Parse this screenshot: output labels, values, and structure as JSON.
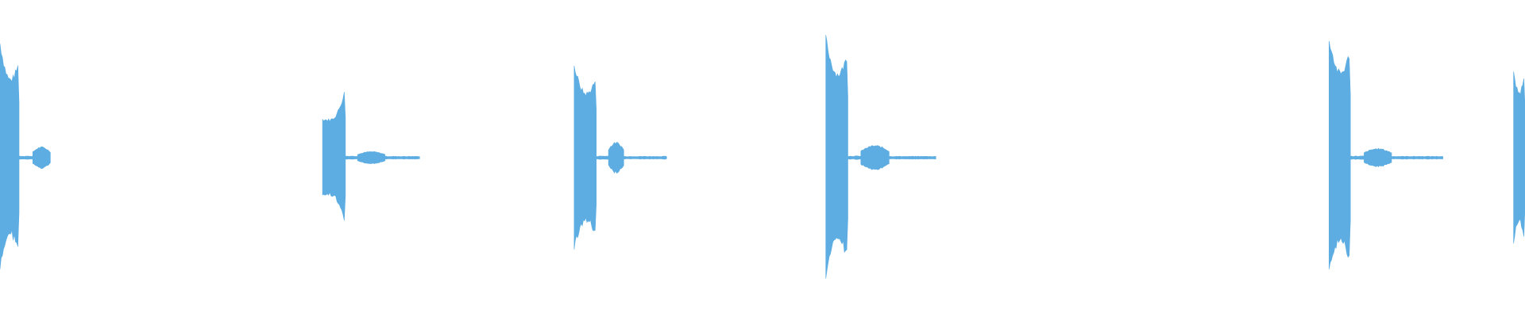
{
  "waveform": {
    "color": "#5dade2",
    "background": "#ffffff",
    "segments": [
      {
        "type": "burst",
        "start": 0.0,
        "end": 0.0125,
        "amp_start": 0.75,
        "amp_peak": 0.78,
        "amp_end": 0.62
      },
      {
        "type": "tail",
        "start": 0.0125,
        "end": 0.0215,
        "amp": 0.01
      },
      {
        "type": "blob",
        "start": 0.0215,
        "end": 0.033,
        "amp": 0.07
      },
      {
        "type": "burst",
        "start": 0.2115,
        "end": 0.2265,
        "amp_start": 0.25,
        "amp_peak": 0.48,
        "amp_end": 0.45
      },
      {
        "type": "tail",
        "start": 0.2265,
        "end": 0.2345,
        "amp": 0.01
      },
      {
        "type": "blob",
        "start": 0.2345,
        "end": 0.2525,
        "amp": 0.04
      },
      {
        "type": "tail",
        "start": 0.2525,
        "end": 0.275,
        "amp": 0.008
      },
      {
        "type": "burst",
        "start": 0.3765,
        "end": 0.391,
        "amp_start": 0.6,
        "amp_peak": 0.62,
        "amp_end": 0.52
      },
      {
        "type": "tail",
        "start": 0.391,
        "end": 0.399,
        "amp": 0.01
      },
      {
        "type": "blob",
        "start": 0.399,
        "end": 0.409,
        "amp": 0.1
      },
      {
        "type": "tail",
        "start": 0.409,
        "end": 0.437,
        "amp": 0.008
      },
      {
        "type": "burst",
        "start": 0.5415,
        "end": 0.556,
        "amp_start": 0.78,
        "amp_peak": 0.72,
        "amp_end": 0.68
      },
      {
        "type": "tail",
        "start": 0.556,
        "end": 0.5645,
        "amp": 0.01
      },
      {
        "type": "blob",
        "start": 0.5645,
        "end": 0.583,
        "amp": 0.08
      },
      {
        "type": "tail",
        "start": 0.583,
        "end": 0.6135,
        "amp": 0.008
      },
      {
        "type": "burst",
        "start": 0.8715,
        "end": 0.8855,
        "amp_start": 0.78,
        "amp_peak": 0.75,
        "amp_end": 0.7
      },
      {
        "type": "tail",
        "start": 0.8855,
        "end": 0.8945,
        "amp": 0.01
      },
      {
        "type": "blob",
        "start": 0.8945,
        "end": 0.9125,
        "amp": 0.06
      },
      {
        "type": "tail",
        "start": 0.9125,
        "end": 0.946,
        "amp": 0.008
      },
      {
        "type": "burst",
        "start": 0.9925,
        "end": 1.0,
        "amp_start": 0.55,
        "amp_peak": 0.6,
        "amp_end": 0.58
      }
    ]
  }
}
